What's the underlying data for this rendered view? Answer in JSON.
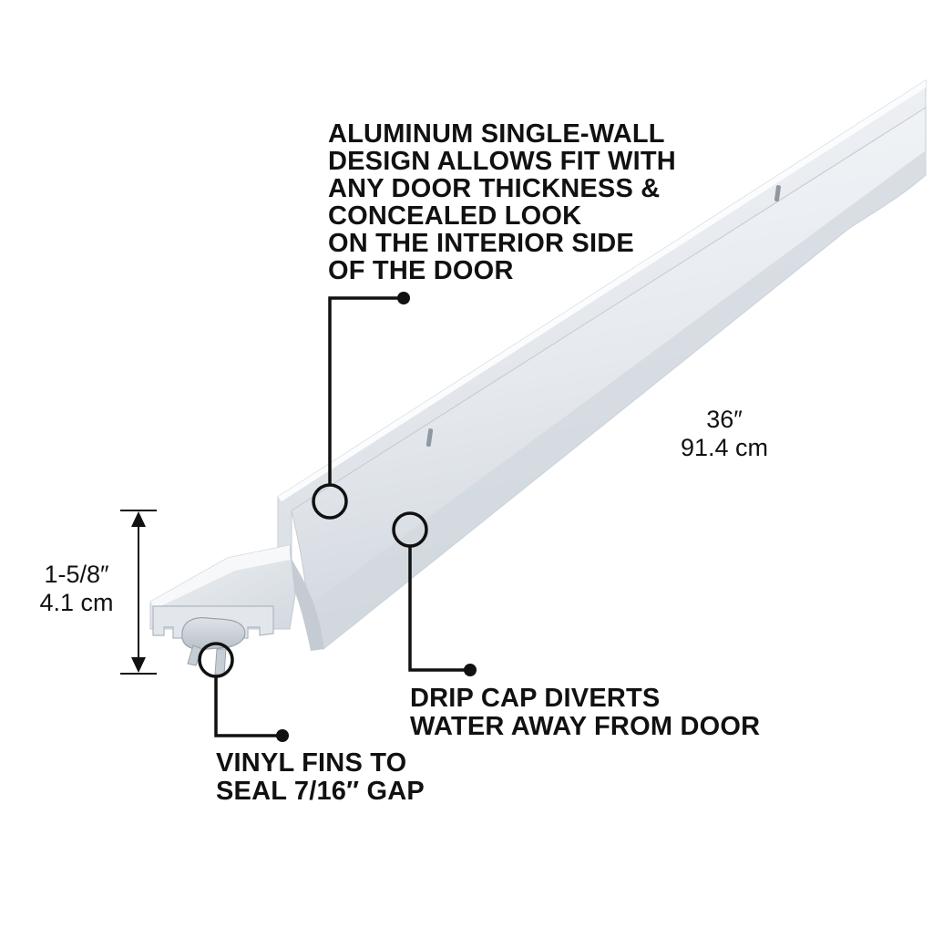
{
  "callouts": {
    "aluminum": {
      "lines": [
        "ALUMINUM SINGLE-WALL",
        "DESIGN ALLOWS FIT WITH",
        "ANY DOOR THICKNESS &",
        "CONCEALED LOOK",
        "ON THE INTERIOR SIDE",
        "OF THE DOOR"
      ]
    },
    "drip_cap": {
      "lines": [
        "DRIP CAP DIVERTS",
        "WATER AWAY FROM DOOR"
      ]
    },
    "vinyl_fins": {
      "lines": [
        "VINYL FINS TO",
        "SEAL 7/16″ GAP"
      ]
    }
  },
  "dimensions": {
    "length": {
      "imperial": "36″",
      "metric": "91.4 cm"
    },
    "height": {
      "imperial": "1-5/8″",
      "metric": "4.1 cm"
    }
  },
  "colors": {
    "text": "#111111",
    "leader": "#111111",
    "product_light": "#f4f6f9",
    "product_mid": "#dde2e8",
    "product_dark": "#c3cad3",
    "background": "#ffffff"
  }
}
